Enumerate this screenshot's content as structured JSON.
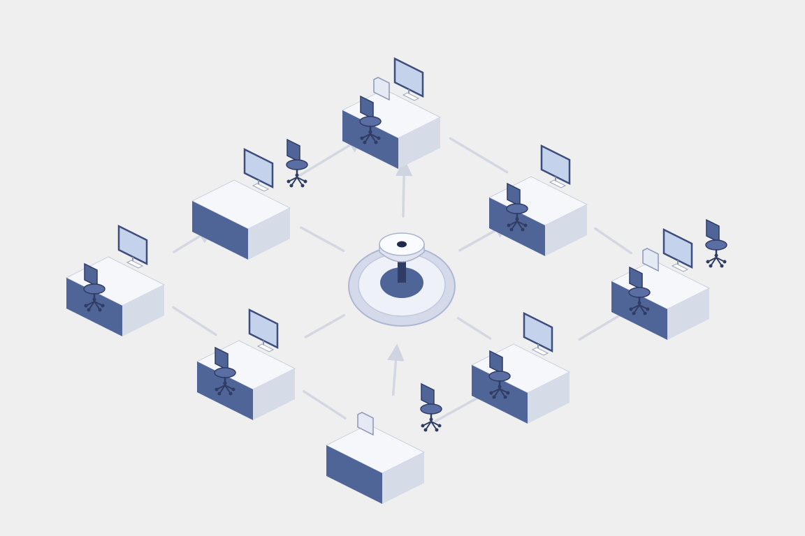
{
  "diagram": {
    "layout": "isometric-star-network",
    "hub": {
      "label": "",
      "icon": "central-server-icon"
    },
    "workstations": [
      {
        "id": "top",
        "label": "",
        "monitor_count": 1,
        "has_folder": true,
        "chair_side": "front"
      },
      {
        "id": "upper-left",
        "label": "",
        "monitor_count": 1,
        "has_folder": false,
        "chair_side": "back"
      },
      {
        "id": "upper-right",
        "label": "",
        "monitor_count": 1,
        "has_folder": false,
        "chair_side": "front"
      },
      {
        "id": "far-left",
        "label": "",
        "monitor_count": 1,
        "has_folder": false,
        "chair_side": "front"
      },
      {
        "id": "far-right",
        "label": "",
        "monitor_count": 1,
        "has_folder": true,
        "chair_side": "both"
      },
      {
        "id": "lower-left",
        "label": "",
        "monitor_count": 1,
        "has_folder": false,
        "chair_side": "front"
      },
      {
        "id": "lower-right",
        "label": "",
        "monitor_count": 1,
        "has_folder": false,
        "chair_side": "front"
      },
      {
        "id": "bottom",
        "label": "",
        "monitor_count": 0,
        "has_folder": true,
        "chair_side": "back"
      }
    ],
    "connections": [
      {
        "from": "hub",
        "to": "top",
        "directed": true
      },
      {
        "from": "hub",
        "to": "upper-left",
        "directed": false
      },
      {
        "from": "hub",
        "to": "upper-right",
        "directed": true
      },
      {
        "from": "hub",
        "to": "lower-left",
        "directed": false
      },
      {
        "from": "hub",
        "to": "lower-right",
        "directed": false
      },
      {
        "from": "bottom",
        "to": "hub",
        "directed": true
      },
      {
        "from": "upper-left",
        "to": "top",
        "directed": true
      },
      {
        "from": "top",
        "to": "upper-right",
        "directed": false
      },
      {
        "from": "far-left",
        "to": "upper-left",
        "directed": true
      },
      {
        "from": "far-left",
        "to": "lower-left",
        "directed": false
      },
      {
        "from": "upper-right",
        "to": "far-right",
        "directed": false
      },
      {
        "from": "lower-right",
        "to": "far-right",
        "directed": false
      },
      {
        "from": "lower-left",
        "to": "bottom",
        "directed": false
      },
      {
        "from": "bottom",
        "to": "lower-right",
        "directed": false
      }
    ]
  },
  "colors": {
    "background": "#efeff0",
    "navy": "#4f6497",
    "navy_dark": "#3c4d7c",
    "desk_top": "#f6f7fa",
    "desk_side": "#d6dbe8",
    "line": "#d3d7e2",
    "screen": "#c4d2ec"
  }
}
